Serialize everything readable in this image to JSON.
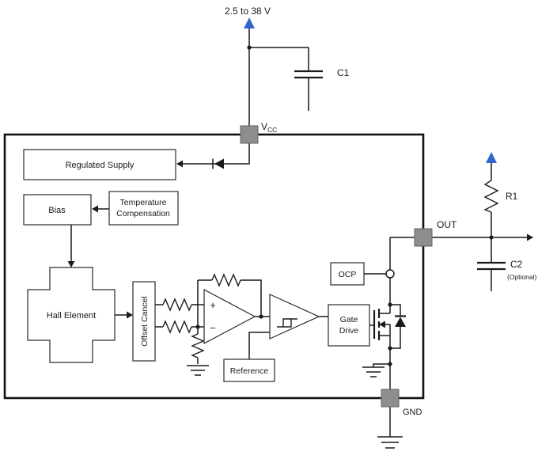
{
  "colors": {
    "wire": "#1a1a1a",
    "arrow_accent": "#3366cc",
    "pad_fill": "#8e8e8e"
  },
  "diagram": {
    "supply_label": "2.5 to 38 V",
    "components": {
      "c1": "C1",
      "r1": "R1",
      "c2": "C2",
      "c2_note": "(Optional)"
    },
    "pins": {
      "vcc_base": "V",
      "vcc_sub": "CC",
      "out": "OUT",
      "gnd": "GND"
    },
    "blocks": {
      "regulated_supply": "Regulated Supply",
      "bias": "Bias",
      "temp_comp_1": "Temperature",
      "temp_comp_2": "Compensation",
      "hall_element": "Hall Element",
      "offset_cancel": "Offset Cancel",
      "reference": "Reference",
      "ocp": "OCP",
      "gate_drive_1": "Gate",
      "gate_drive_2": "Drive"
    },
    "amp": {
      "plus": "+",
      "minus": "−"
    }
  }
}
